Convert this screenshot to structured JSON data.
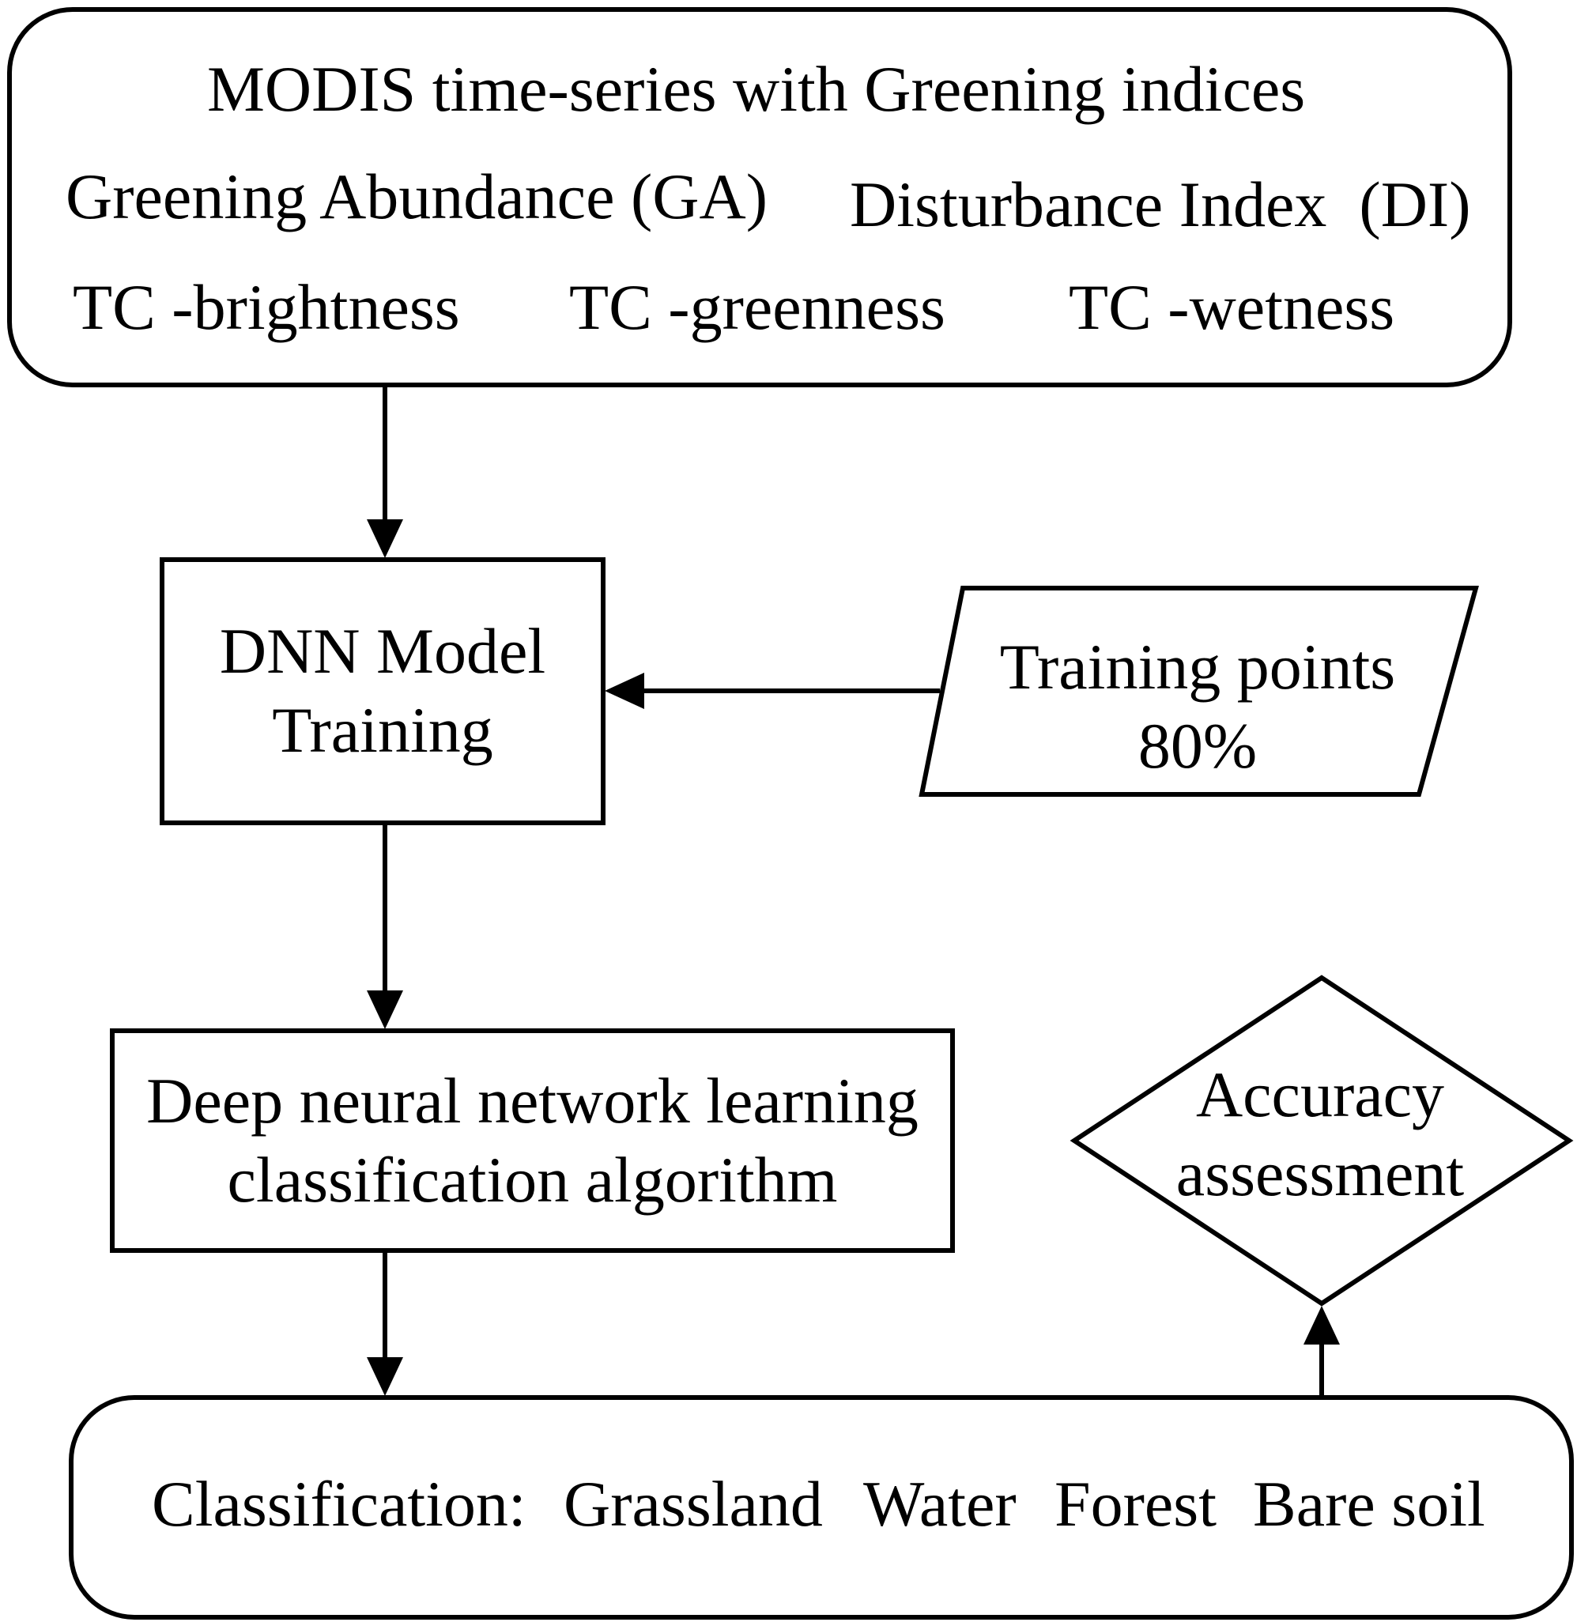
{
  "input_box": {
    "title": "MODIS time-series with Greening indices",
    "ga": "Greening Abundance (GA)",
    "di": "Disturbance Index  (DI)",
    "tc_brightness": "TC -brightness",
    "tc_greenness": "TC -greenness",
    "tc_wetness": "TC -wetness"
  },
  "dnn_box": {
    "line1": "DNN Model",
    "line2": "Training"
  },
  "training_points": {
    "line1": "Training points",
    "line2": "80%"
  },
  "dnn_algo": {
    "line1": "Deep neural network learning",
    "line2": "classification algorithm"
  },
  "accuracy": {
    "line1": "Accuracy",
    "line2": "assessment"
  },
  "classification": {
    "label": "Classification:",
    "classes": [
      "Grassland",
      "Water",
      "Forest",
      "Bare soil"
    ]
  },
  "colors": {
    "stroke": "#000000",
    "fill": "#ffffff"
  }
}
